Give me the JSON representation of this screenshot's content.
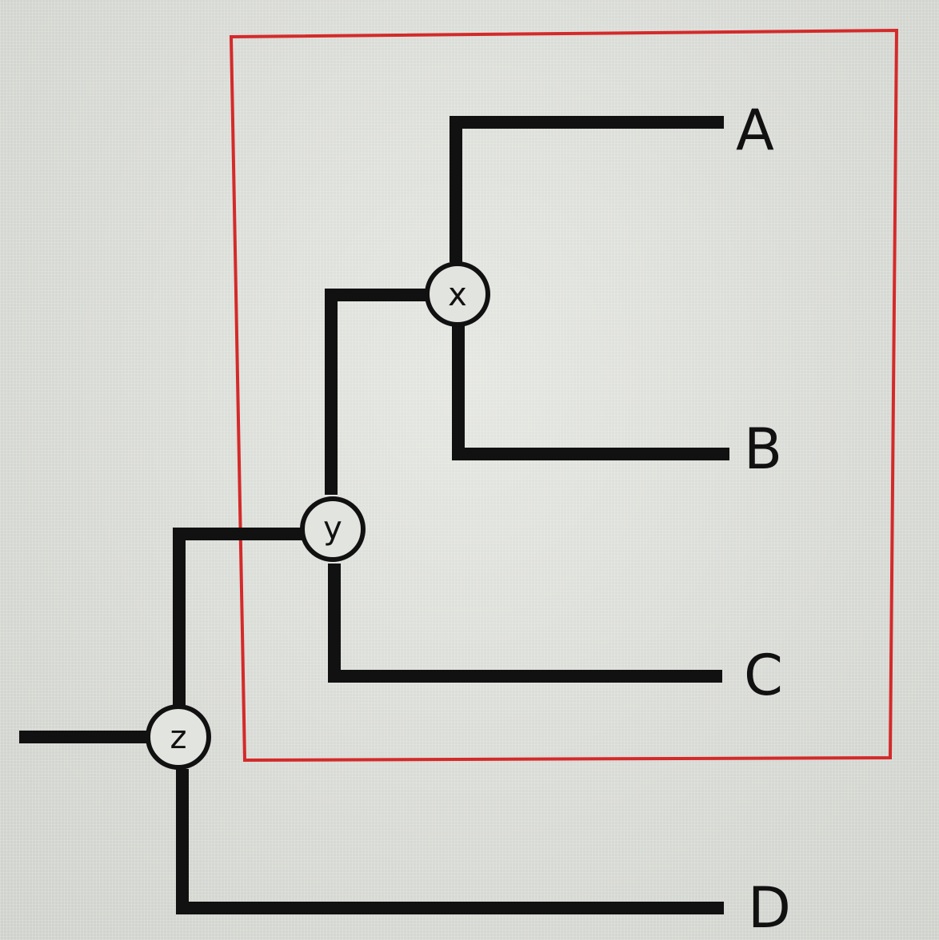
{
  "diagram": {
    "type": "cladogram",
    "colors": {
      "branch": "#111111",
      "highlight_box": "#d42a2a",
      "node_fill": "#e2e4df",
      "background": "#dadcd7"
    },
    "leaves": {
      "a": "A",
      "b": "B",
      "c": "C",
      "d": "D"
    },
    "nodes": {
      "x": "x",
      "y": "y",
      "z": "z"
    },
    "highlighted_clade": [
      "A",
      "B",
      "C"
    ],
    "edges": [
      {
        "from": "z",
        "to": "y"
      },
      {
        "from": "z",
        "to": "D"
      },
      {
        "from": "y",
        "to": "x"
      },
      {
        "from": "y",
        "to": "C"
      },
      {
        "from": "x",
        "to": "A"
      },
      {
        "from": "x",
        "to": "B"
      }
    ]
  }
}
